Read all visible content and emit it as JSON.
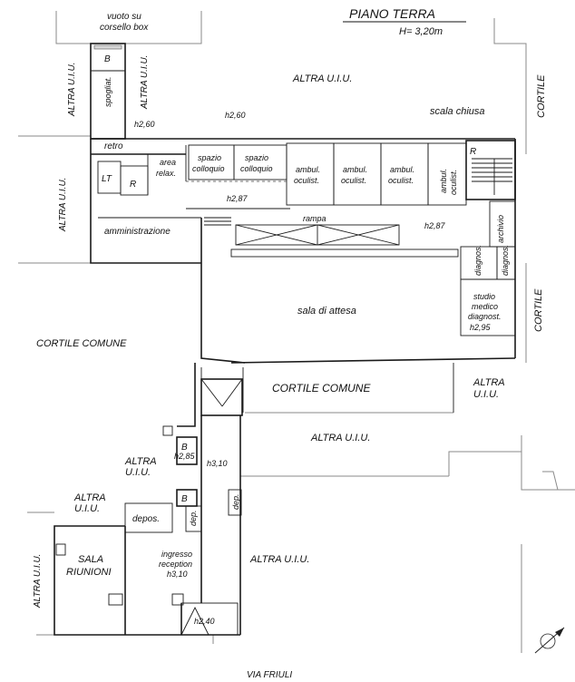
{
  "title": "PIANO TERRA",
  "height": "H= 3,20m",
  "street": "VIA FRIULI",
  "labels": {
    "vuoto_line1": "vuoto su",
    "vuoto_line2": "corsello box",
    "altra_uiu": "ALTRA U.I.U.",
    "altra": "ALTRA",
    "uiu": "U.I.U.",
    "cortile": "CORTILE",
    "cortile_comune": "CORTILE COMUNE",
    "scala_chiusa": "scala chiusa",
    "b": "B",
    "r": "R",
    "lt": "LT",
    "spogliat": "spogliat.",
    "h260": "h2,60",
    "h287": "h2,87",
    "h295": "h2,95",
    "h285": "h2,85",
    "h310": "h3,10",
    "h240": "h2,40",
    "retro": "retro",
    "area": "area",
    "relax": "relax.",
    "spazio": "spazio",
    "colloquio": "colloquio",
    "ambul": "ambul.",
    "oculist": "oculist.",
    "amministrazione": "amministrazione",
    "rampa": "rampa",
    "archivio": "archivio",
    "diagnos": "diagnos.",
    "studio": "studio",
    "medico": "medico",
    "diagnost": "diagnost.",
    "sala_di_attesa": "sala di attesa",
    "depos": "depos.",
    "dep": "dep.",
    "sala": "SALA",
    "riunioni": "RIUNIONI",
    "ingresso": "ingresso",
    "reception": "reception"
  }
}
